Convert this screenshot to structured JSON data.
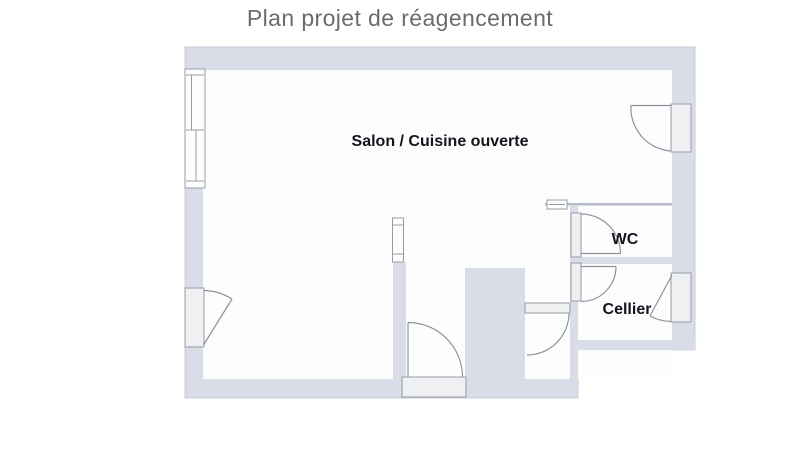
{
  "title": "Plan projet de réagencement",
  "labels": {
    "salon": "Salon / Cuisine ouverte",
    "wc": "WC",
    "cellier": "Cellier"
  },
  "colors": {
    "background": "#ffffff",
    "wall": "#d9dde7",
    "wall_thin": "#b5bbc7",
    "outline": "#c8cdd8",
    "room": "#fdfdfe",
    "frame_fill": "#eef0f2",
    "frame_stroke": "#979da7",
    "arc": "#8d939d",
    "label_text": "#14141c",
    "title_text": "#6b6b6d"
  }
}
